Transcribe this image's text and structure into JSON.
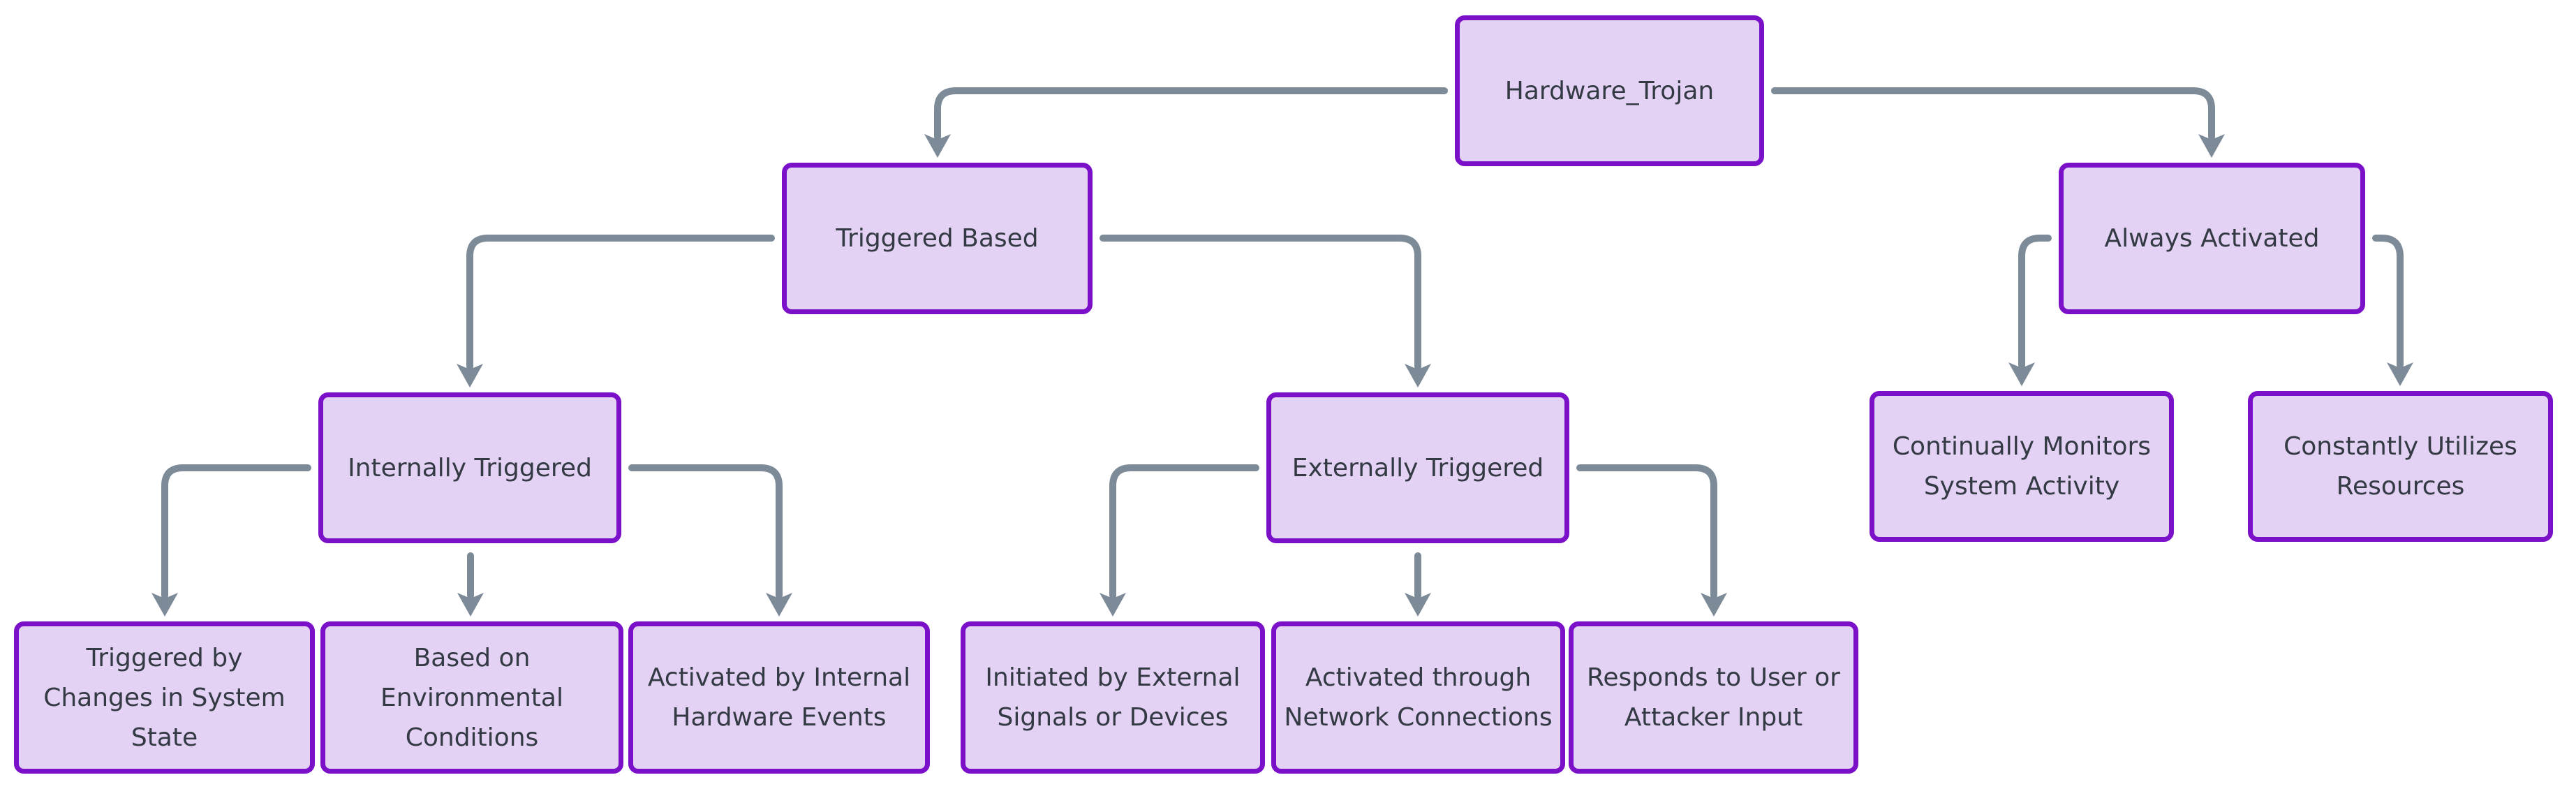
{
  "diagram": {
    "type": "flowchart",
    "direction": "top-down",
    "colors": {
      "node_fill": "#e3d2f3",
      "node_border": "#7b10c9",
      "edge": "#7d8a98",
      "text": "#333a44",
      "background": "#ffffff"
    },
    "nodes": {
      "hardware_trojan": {
        "label": "Hardware_Trojan"
      },
      "triggered_based": {
        "label": "Triggered Based"
      },
      "always_activated": {
        "label": "Always Activated"
      },
      "internally_triggered": {
        "label": "Internally Triggered"
      },
      "externally_triggered": {
        "label": "Externally Triggered"
      },
      "continually_monitors": {
        "label": "Continually Monitors\nSystem Activity"
      },
      "constantly_utilizes": {
        "label": "Constantly Utilizes\nResources"
      },
      "triggered_by_changes": {
        "label": "Triggered by\nChanges in System\nState"
      },
      "based_on_environmental": {
        "label": "Based on\nEnvironmental\nConditions"
      },
      "activated_by_internal": {
        "label": "Activated by Internal\nHardware Events"
      },
      "initiated_by_external": {
        "label": "Initiated by External\nSignals or Devices"
      },
      "activated_through_network": {
        "label": "Activated through\nNetwork Connections"
      },
      "responds_to_user": {
        "label": "Responds to User or\nAttacker Input"
      }
    },
    "edges": [
      {
        "from": "hardware_trojan",
        "to": "triggered_based"
      },
      {
        "from": "hardware_trojan",
        "to": "always_activated"
      },
      {
        "from": "triggered_based",
        "to": "internally_triggered"
      },
      {
        "from": "triggered_based",
        "to": "externally_triggered"
      },
      {
        "from": "always_activated",
        "to": "continually_monitors"
      },
      {
        "from": "always_activated",
        "to": "constantly_utilizes"
      },
      {
        "from": "internally_triggered",
        "to": "triggered_by_changes"
      },
      {
        "from": "internally_triggered",
        "to": "based_on_environmental"
      },
      {
        "from": "internally_triggered",
        "to": "activated_by_internal"
      },
      {
        "from": "externally_triggered",
        "to": "initiated_by_external"
      },
      {
        "from": "externally_triggered",
        "to": "activated_through_network"
      },
      {
        "from": "externally_triggered",
        "to": "responds_to_user"
      }
    ]
  }
}
